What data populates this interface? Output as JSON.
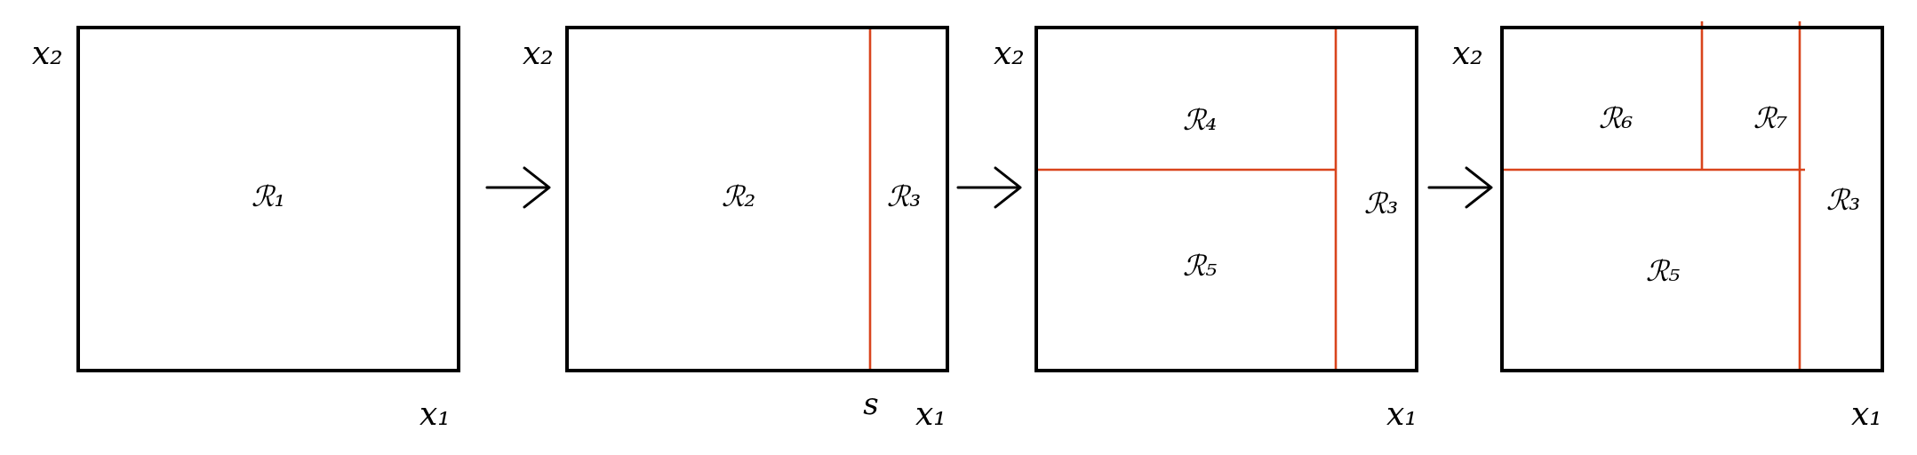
{
  "colors": {
    "box": "#000000",
    "split": "#d9441c"
  },
  "panels": [
    {
      "x1_label": "x₁",
      "x2_label": "x₂",
      "regions": [
        "ℛ₁"
      ]
    },
    {
      "x1_label": "x₁",
      "x2_label": "x₂",
      "split_label": "s",
      "regions": [
        "ℛ₂",
        "ℛ₃"
      ]
    },
    {
      "x1_label": "x₁",
      "x2_label": "x₂",
      "regions": [
        "ℛ₄",
        "ℛ₅",
        "ℛ₃"
      ]
    },
    {
      "x1_label": "x₁",
      "x2_label": "x₂",
      "regions": [
        "ℛ₆",
        "ℛ₇",
        "ℛ₅",
        "ℛ₃"
      ]
    }
  ],
  "transitions": [
    "arrow-icon",
    "arrow-icon",
    "arrow-icon"
  ]
}
